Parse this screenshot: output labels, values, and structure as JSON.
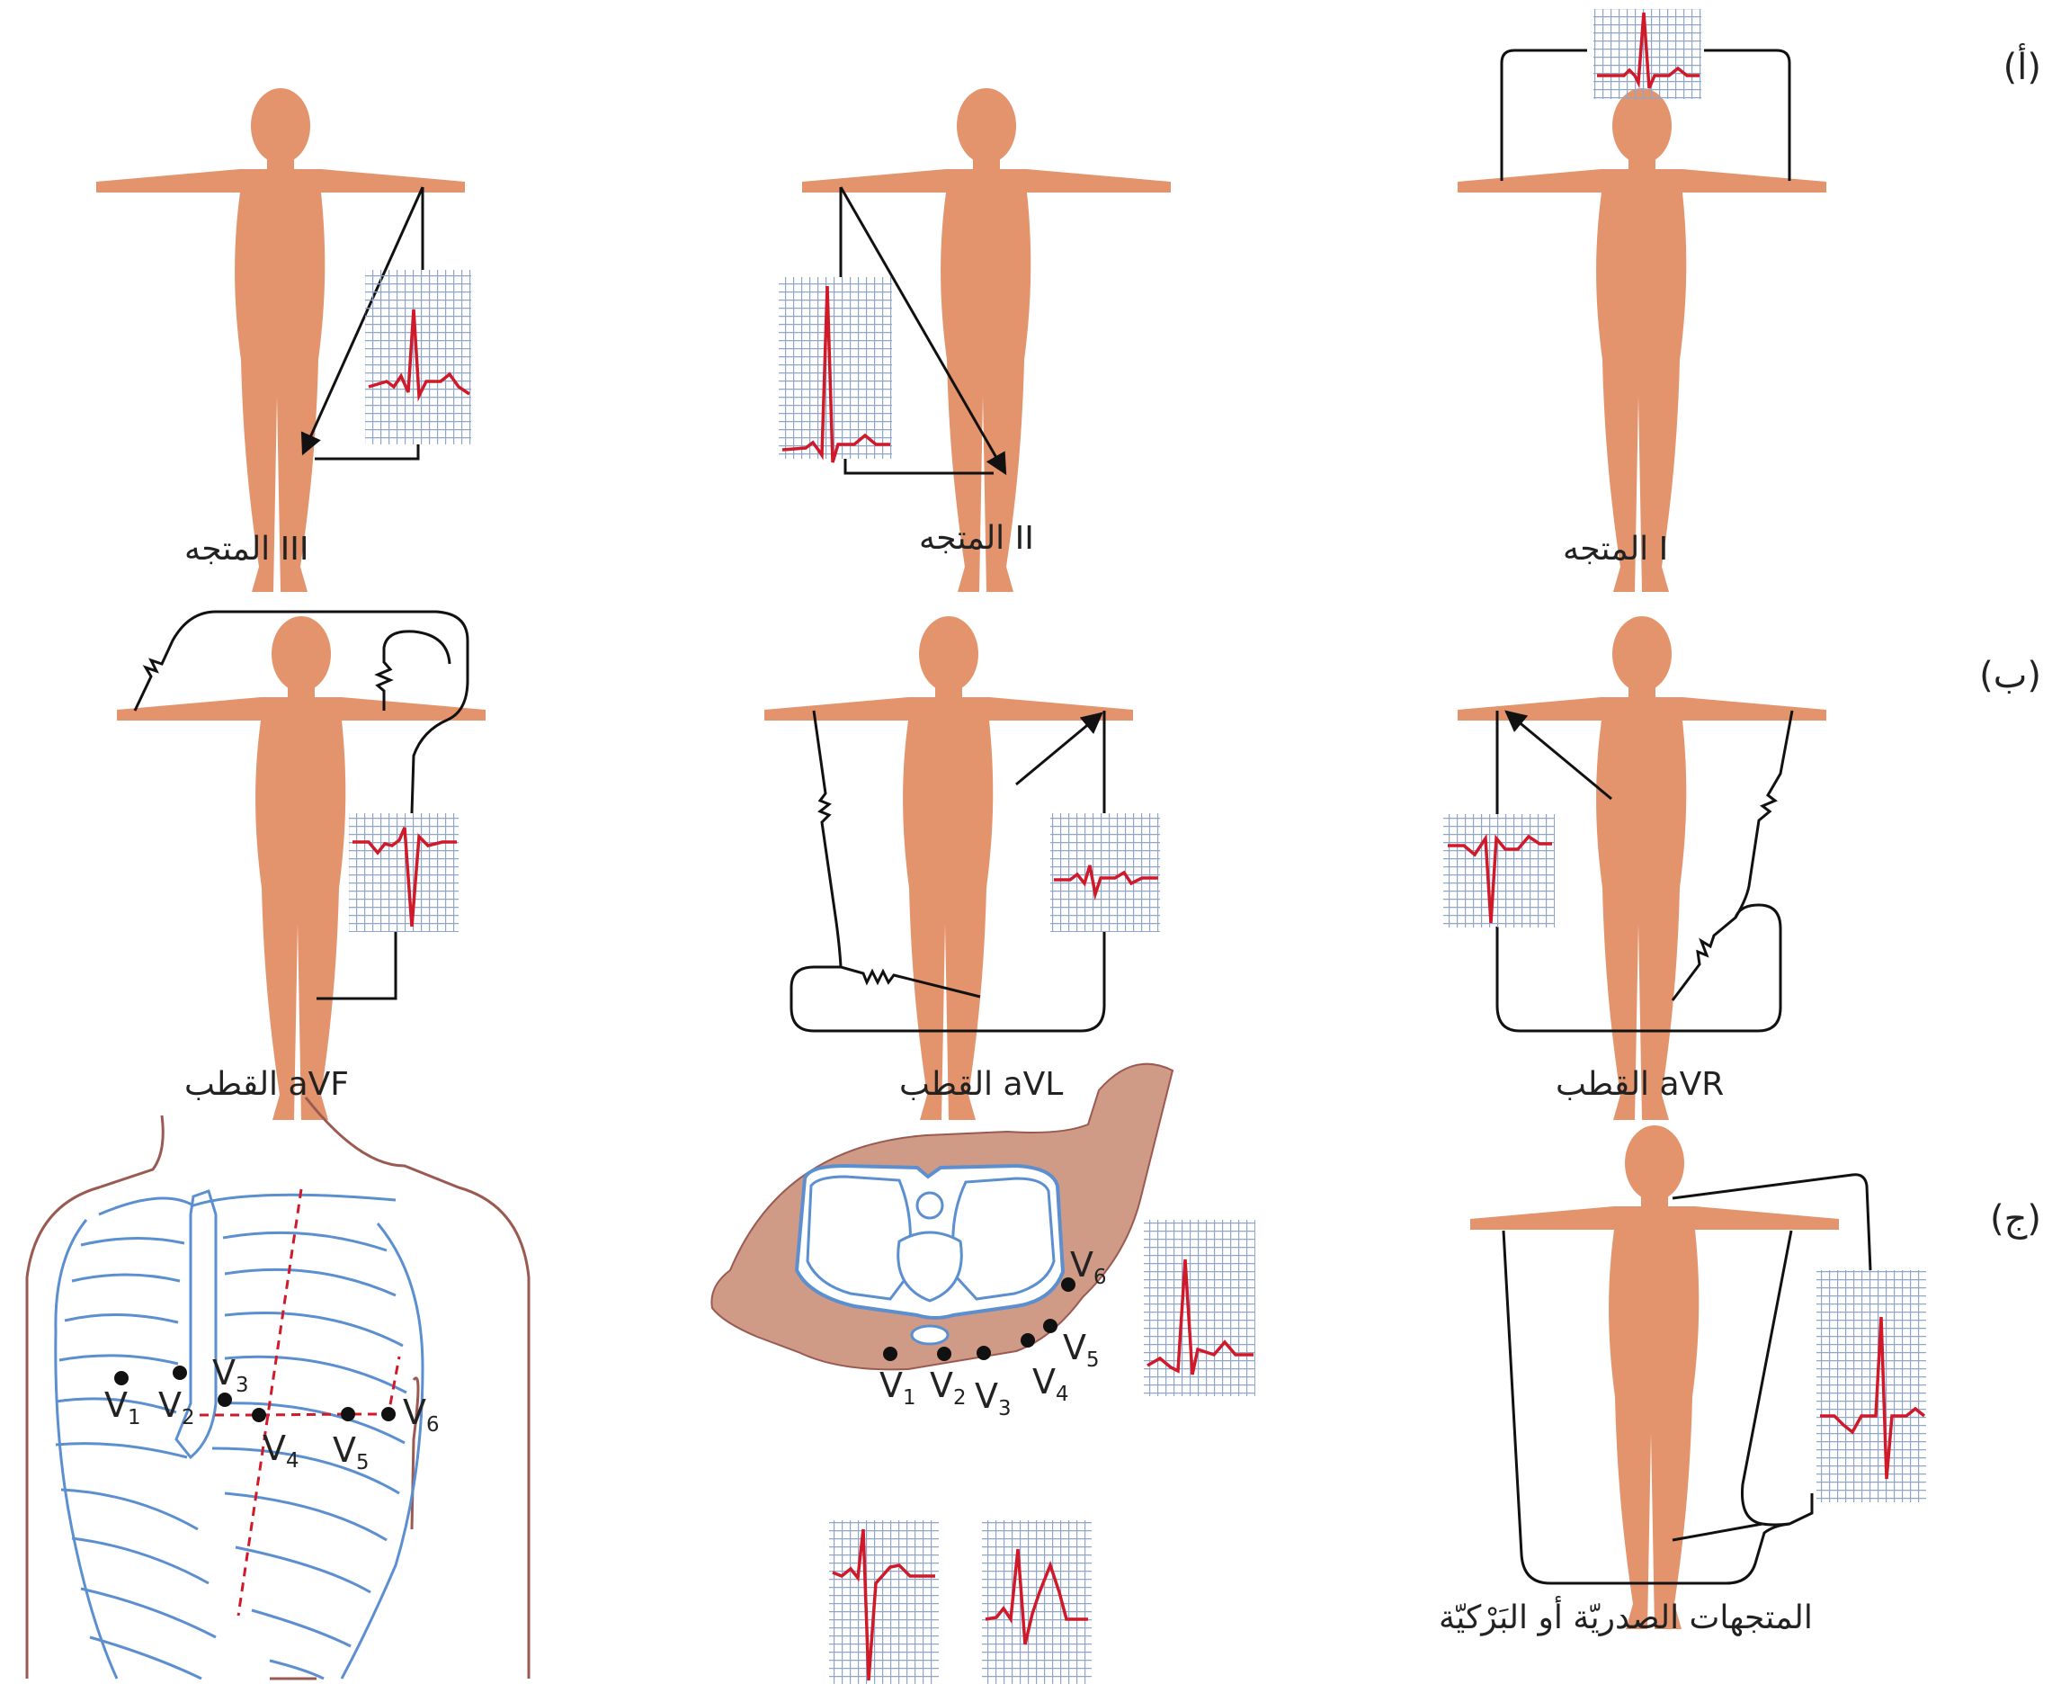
{
  "colors": {
    "body": "#e3946c",
    "wire": "#111111",
    "grid": "#8fa6c8",
    "trace": "#d01a2a",
    "bone": "#5b8fd0",
    "skin": "#cf9a86",
    "chestOutline": "#9a5a52",
    "guide": "#d01a2a"
  },
  "rows": [
    {
      "label": "(أ)"
    },
    {
      "label": "(ب)"
    },
    {
      "label": "(ج)"
    }
  ],
  "captions": {
    "lead_I": "المتجه I",
    "lead_II": "المتجه II",
    "lead_III": "المتجه III",
    "lead_aVR": "القطب aVR",
    "lead_aVL": "القطب aVL",
    "lead_aVF": "القطب aVF",
    "precordial": "المتجهات الصدريّة أو البَرْكيّة"
  },
  "electrodes": [
    {
      "letter": "V",
      "index": "1"
    },
    {
      "letter": "V",
      "index": "2"
    },
    {
      "letter": "V",
      "index": "3"
    },
    {
      "letter": "V",
      "index": "4"
    },
    {
      "letter": "V",
      "index": "5"
    },
    {
      "letter": "V",
      "index": "6"
    }
  ]
}
